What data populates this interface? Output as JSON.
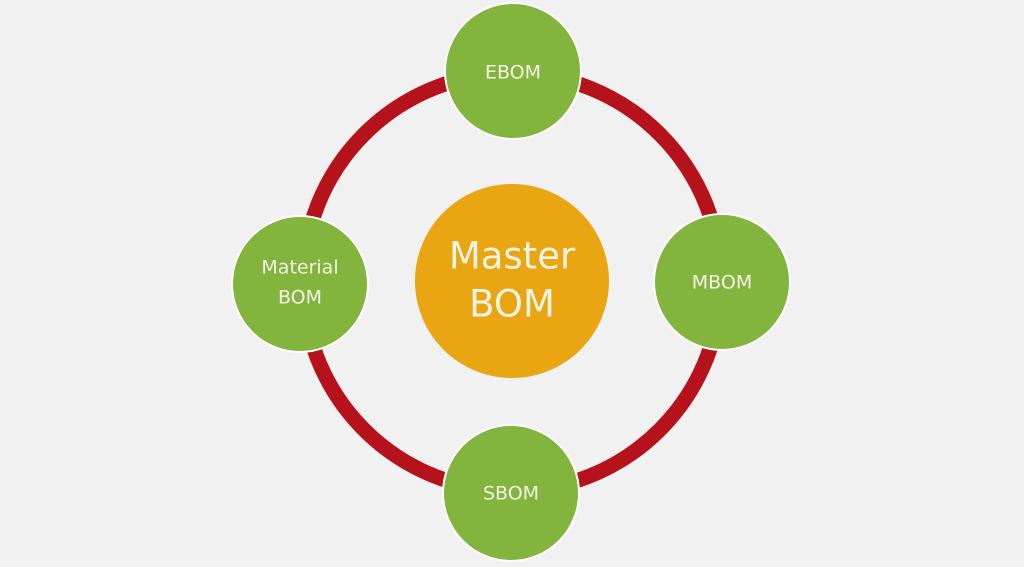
{
  "title": "BOM cycle",
  "colors": {
    "background": "#f1f1f1",
    "ring": "#b5121b",
    "node": "#82b43e",
    "node_border": "#ffffff",
    "center": "#e9a512",
    "label": "#f4f4e4"
  },
  "center": {
    "lines": [
      "Master",
      "BOM"
    ]
  },
  "nodes": [
    {
      "id": "ebom",
      "position": "top",
      "lines": [
        "EBOM"
      ]
    },
    {
      "id": "mbom",
      "position": "right",
      "lines": [
        "MBOM"
      ]
    },
    {
      "id": "sbom",
      "position": "bottom",
      "lines": [
        "SBOM"
      ]
    },
    {
      "id": "material-bom",
      "position": "left",
      "lines": [
        "Material",
        "BOM"
      ]
    }
  ]
}
